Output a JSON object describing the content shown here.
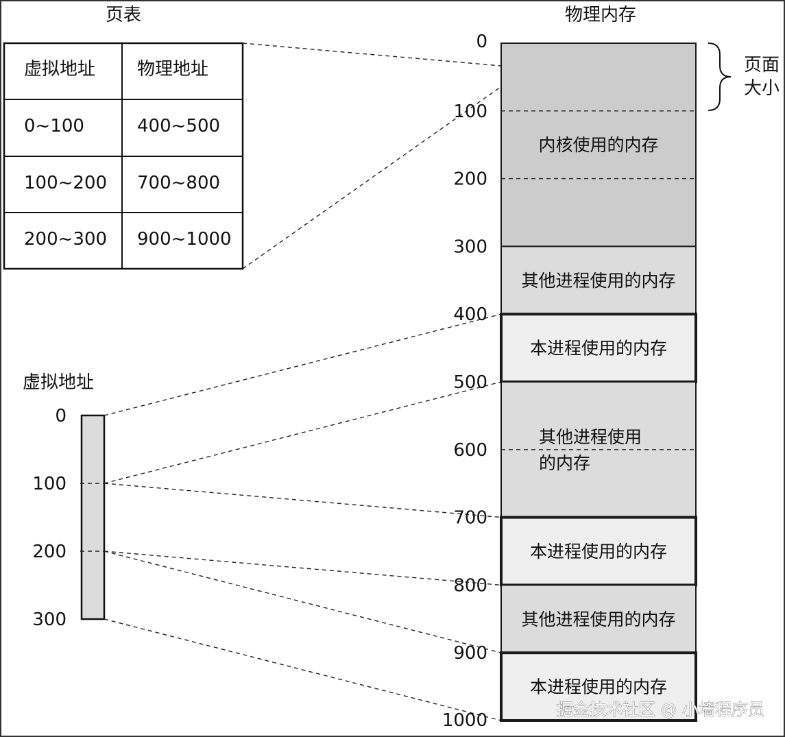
{
  "page_table": {
    "title": "页表",
    "headers": [
      "虚拟地址",
      "物理地址"
    ],
    "rows": [
      [
        "0~100",
        "400~500"
      ],
      [
        "100~200",
        "700~800"
      ],
      [
        "200~300",
        "900~1000"
      ]
    ]
  },
  "physical_memory": {
    "title": "物理内存",
    "ticks": [
      "0",
      "100",
      "200",
      "300",
      "400",
      "500",
      "600",
      "700",
      "800",
      "900",
      "1000"
    ],
    "page_size_label": [
      "页面",
      "大小"
    ],
    "segments": [
      {
        "start": 0,
        "end": 300,
        "kind": "kernel",
        "label": [
          "内核使用的内存"
        ]
      },
      {
        "start": 300,
        "end": 400,
        "kind": "other",
        "label": [
          "其他进程使用的内存"
        ]
      },
      {
        "start": 400,
        "end": 500,
        "kind": "self",
        "label": [
          "本进程使用的内存"
        ]
      },
      {
        "start": 500,
        "end": 700,
        "kind": "other",
        "label": [
          "其他进程使用",
          "的内存"
        ]
      },
      {
        "start": 700,
        "end": 800,
        "kind": "self",
        "label": [
          "本进程使用的内存"
        ]
      },
      {
        "start": 800,
        "end": 900,
        "kind": "other",
        "label": [
          "其他进程使用的内存"
        ]
      },
      {
        "start": 900,
        "end": 1000,
        "kind": "self",
        "label": [
          "本进程使用的内存"
        ]
      }
    ],
    "colors": {
      "kernel": "#cccccc",
      "other": "#dcdcdc",
      "self": "#efefef",
      "border": "#1a1a1a"
    }
  },
  "virtual_memory": {
    "title": "虚拟地址",
    "ticks": [
      "0",
      "100",
      "200",
      "300"
    ],
    "color": "#dcdcdc"
  },
  "mappings": [
    {
      "virtual": [
        0,
        100
      ],
      "physical": [
        400,
        500
      ]
    },
    {
      "virtual": [
        100,
        200
      ],
      "physical": [
        700,
        800
      ]
    },
    {
      "virtual": [
        200,
        300
      ],
      "physical": [
        900,
        1000
      ]
    }
  ],
  "watermark": "掘金技术社区 @ 小墙程序员"
}
